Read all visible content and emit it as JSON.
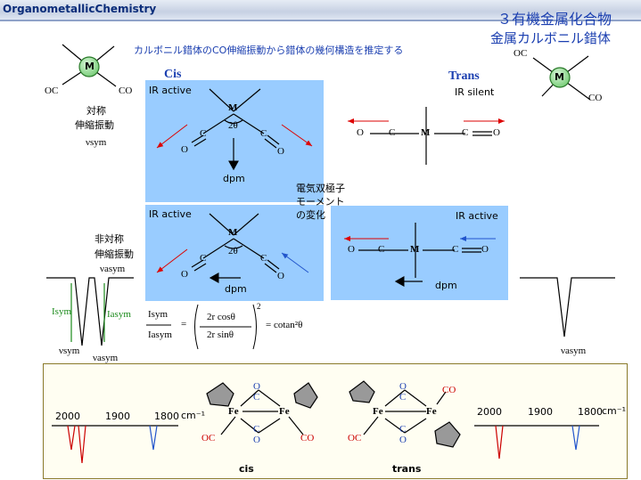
{
  "header": {
    "logo": "OrganometallicChemistry"
  },
  "titles": {
    "main": "３有機金属化合物",
    "sub": "金属カルボニル錯体"
  },
  "caption": "カルボニル錯体のCO伸縮振動から錯体の幾何構造を推定する",
  "labels": {
    "cis": "Cis",
    "trans": "Trans",
    "ir_active": "IR active",
    "ir_silent": "IR silent",
    "dpm": "dpm",
    "theta2": "2θ",
    "metal": "M",
    "carbon": "C",
    "oxygen": "O",
    "oc": "OC",
    "co": "CO",
    "sym_stretch_1": "対称",
    "sym_stretch_2": "伸縮振動",
    "asym_stretch_1": "非対称",
    "asym_stretch_2": "伸縮振動",
    "dipole_note_1": "電気双極子",
    "dipole_note_2": "モーメント",
    "dipole_note_3": "の変化",
    "nu_sym": "νsym",
    "nu_asym": "νasym",
    "i_sym": "Isym",
    "i_asym": "Iasym"
  },
  "equation": {
    "num": "2r cosθ",
    "den": "2r sinθ",
    "rhs": "= cotan²θ",
    "exp": "2",
    "eq": "="
  },
  "bottom": {
    "ticks": [
      "2000",
      "1900",
      "1800"
    ],
    "unit": "cm⁻¹",
    "fe": "Fe",
    "cis": "cis",
    "trans": "trans"
  },
  "colors": {
    "accent_blue": "#1b3fb0",
    "panel": "#99ccff",
    "metal": "#9fd89f",
    "arrow_red": "#dd0000",
    "arrow_blue": "#2255cc",
    "green": "#1a8a1a"
  }
}
